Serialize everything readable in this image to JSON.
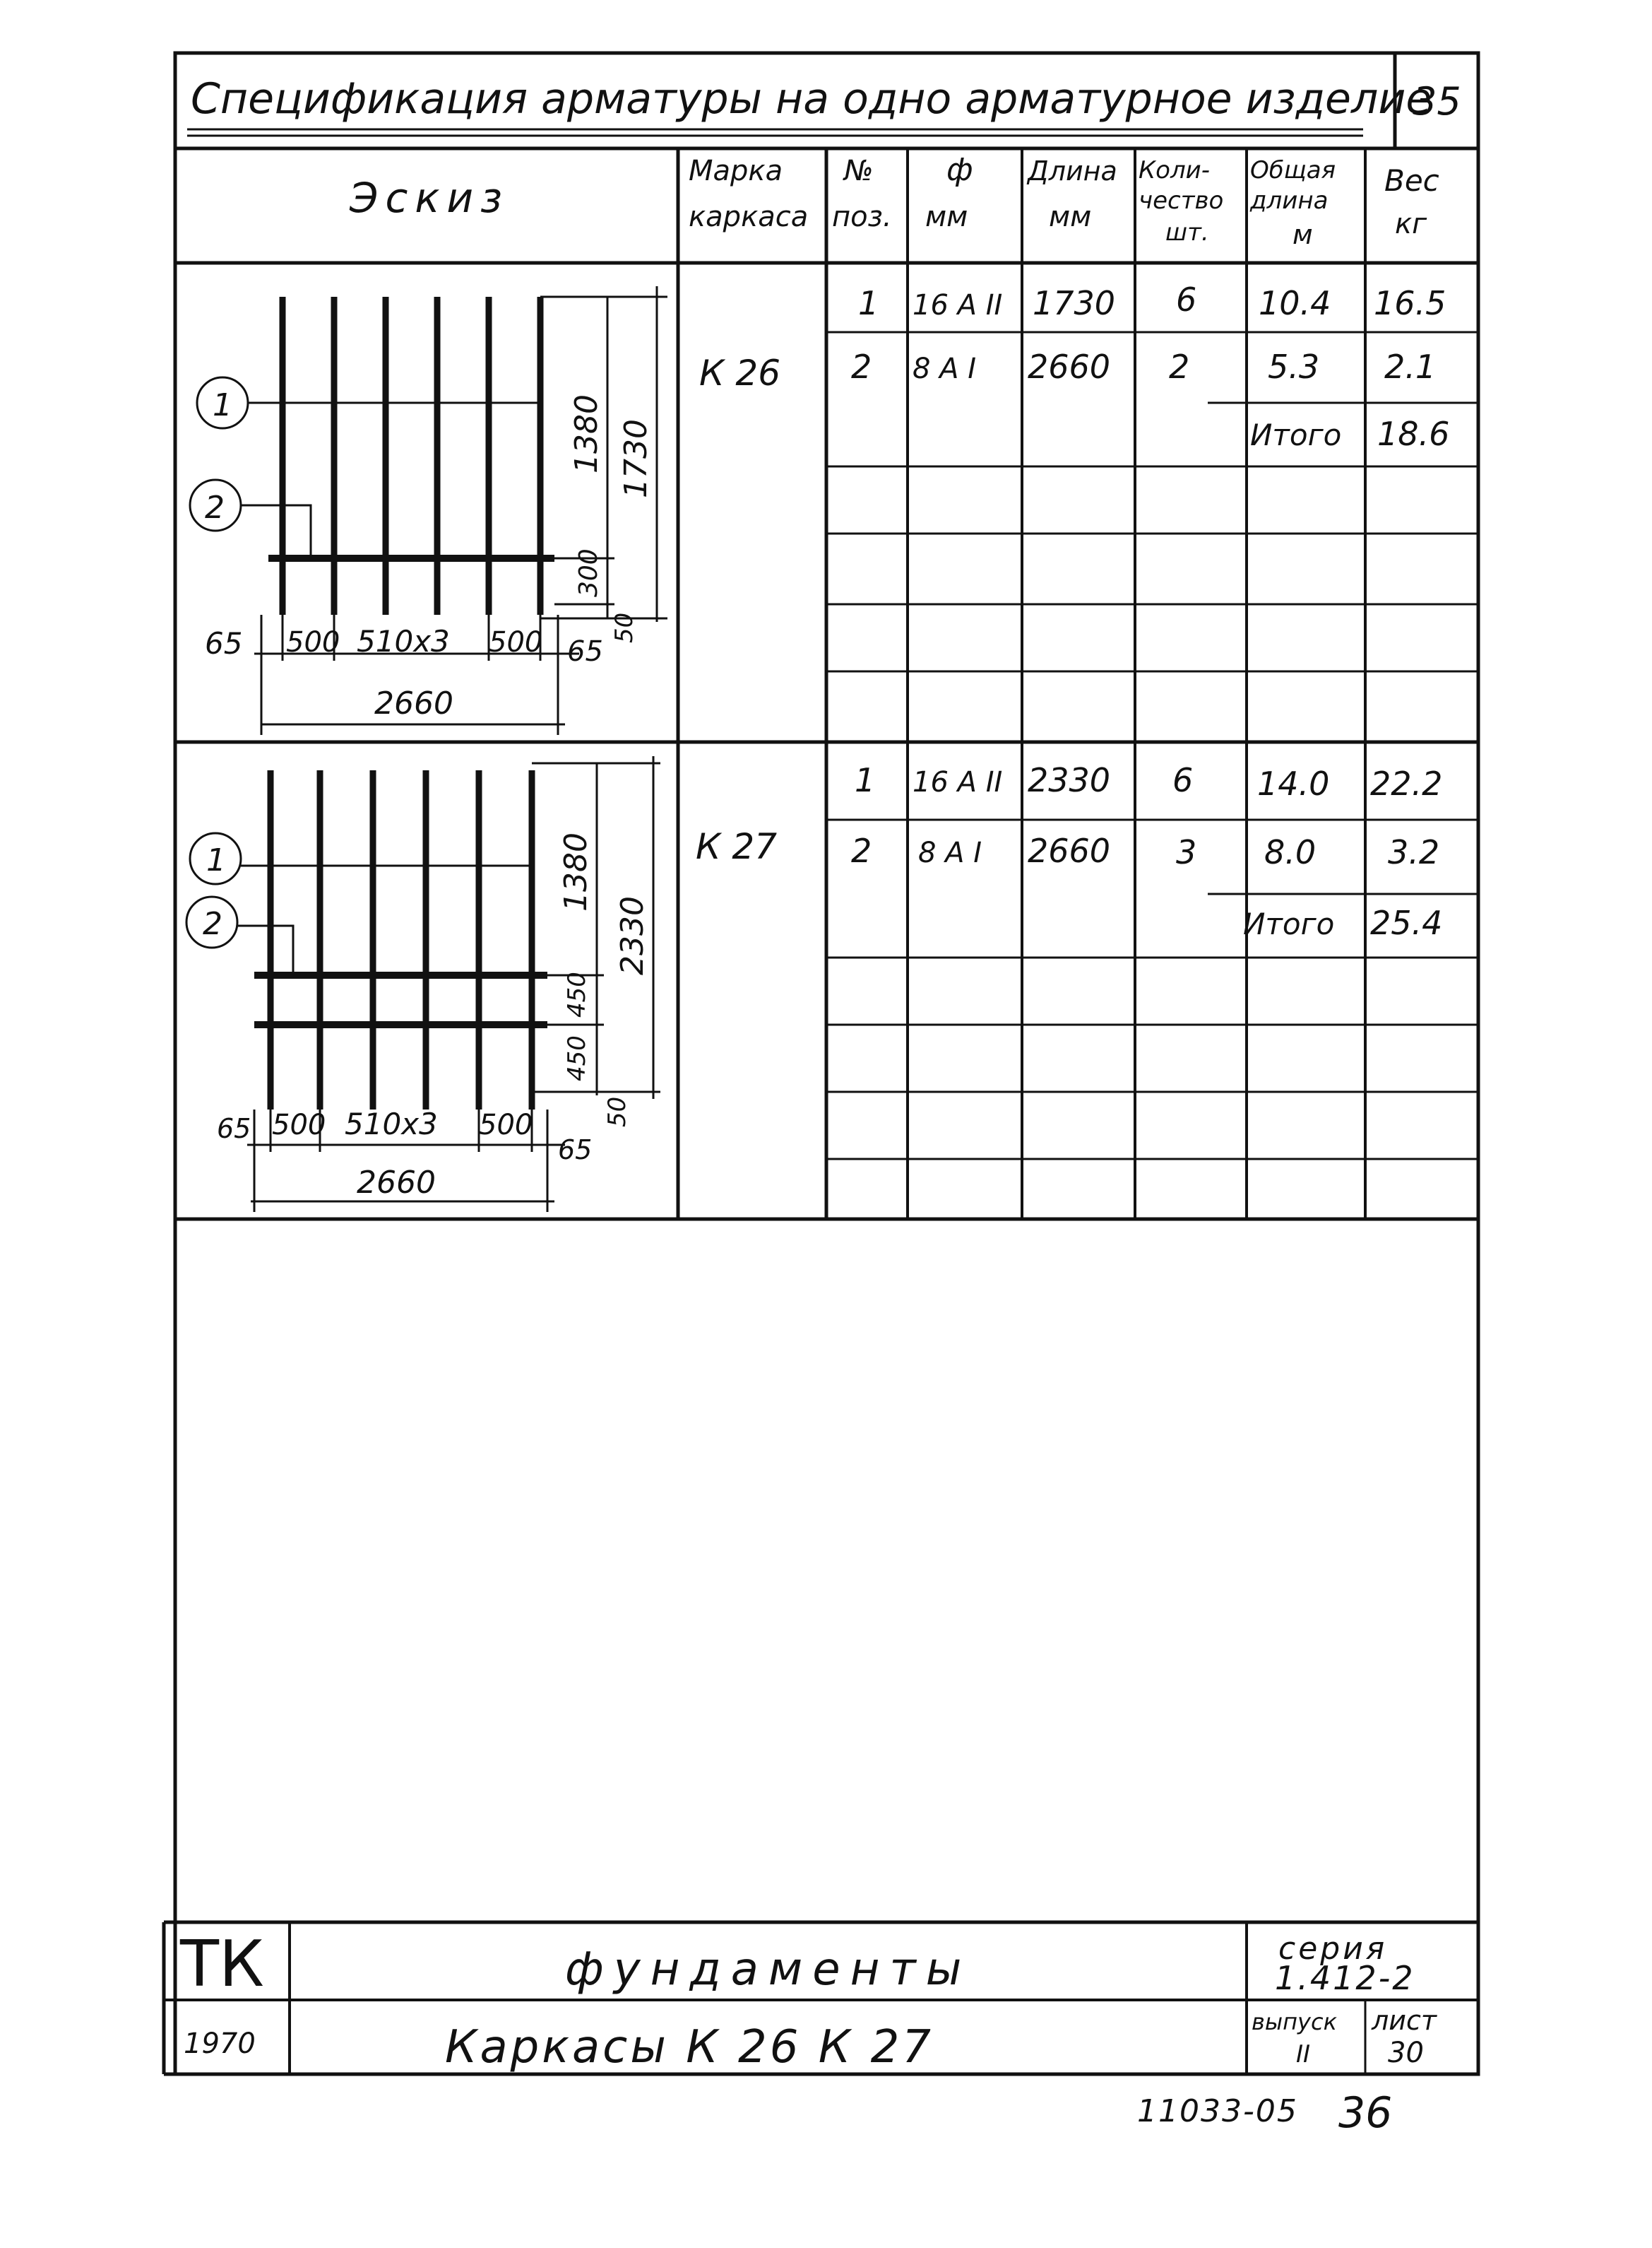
{
  "title": "Спецификация арматуры на одно арматурное изделие",
  "sheet_number": "35",
  "header": {
    "sketch": "Эскиз",
    "mark_1": "Марка",
    "mark_2": "каркаса",
    "pos_1": "№",
    "pos_2": "поз.",
    "dia_1": "ф",
    "dia_2": "мм",
    "len_1": "Длина",
    "len_2": "мм",
    "qty_1": "Коли-",
    "qty_2": "чество",
    "qty_3": "шт.",
    "tot_1": "Общая",
    "tot_2": "длина",
    "tot_3": "м",
    "wt_1": "Вес",
    "wt_2": "кг"
  },
  "frames": [
    {
      "mark": "К 26",
      "rows": [
        {
          "pos": "1",
          "dia": "16 А II",
          "len": "1730",
          "qty": "6",
          "total": "10.4",
          "weight": "16.5"
        },
        {
          "pos": "2",
          "dia": "8 А I",
          "len": "2660",
          "qty": "2",
          "total": "5.3",
          "weight": "2.1"
        }
      ],
      "total_label": "Итого",
      "total_weight": "18.6",
      "sketch": {
        "callout_1": "1",
        "callout_2": "2",
        "dim_1380": "1380",
        "dim_total_h": "1730",
        "dim_300": "300",
        "dim_50": "50",
        "dim_65l": "65",
        "dim_500l": "500",
        "dim_mid": "510x3",
        "dim_500r": "500",
        "dim_65r": "65",
        "dim_width": "2660"
      }
    },
    {
      "mark": "К 27",
      "rows": [
        {
          "pos": "1",
          "dia": "16 А II",
          "len": "2330",
          "qty": "6",
          "total": "14.0",
          "weight": "22.2"
        },
        {
          "pos": "2",
          "dia": "8 А I",
          "len": "2660",
          "qty": "3",
          "total": "8.0",
          "weight": "3.2"
        }
      ],
      "total_label": "Итого",
      "total_weight": "25.4",
      "sketch": {
        "callout_1": "1",
        "callout_2": "2",
        "dim_1380": "1380",
        "dim_total_h": "2330",
        "dim_450a": "450",
        "dim_450b": "450",
        "dim_50": "50",
        "dim_65l": "65",
        "dim_500l": "500",
        "dim_mid": "510x3",
        "dim_500r": "500",
        "dim_65r": "65",
        "dim_width": "2660"
      }
    }
  ],
  "stamp": {
    "org": "ТК",
    "year": "1970",
    "subject": "фундаменты",
    "drawing": "Каркасы К 26 К 27",
    "series_label": "серия",
    "series_value": "1.412-2",
    "issue_label": "выпуск",
    "issue_value": "II",
    "sheet_label": "лист",
    "sheet_value": "30"
  },
  "footer": {
    "inventory": "11033-05",
    "page_mark": "36"
  }
}
